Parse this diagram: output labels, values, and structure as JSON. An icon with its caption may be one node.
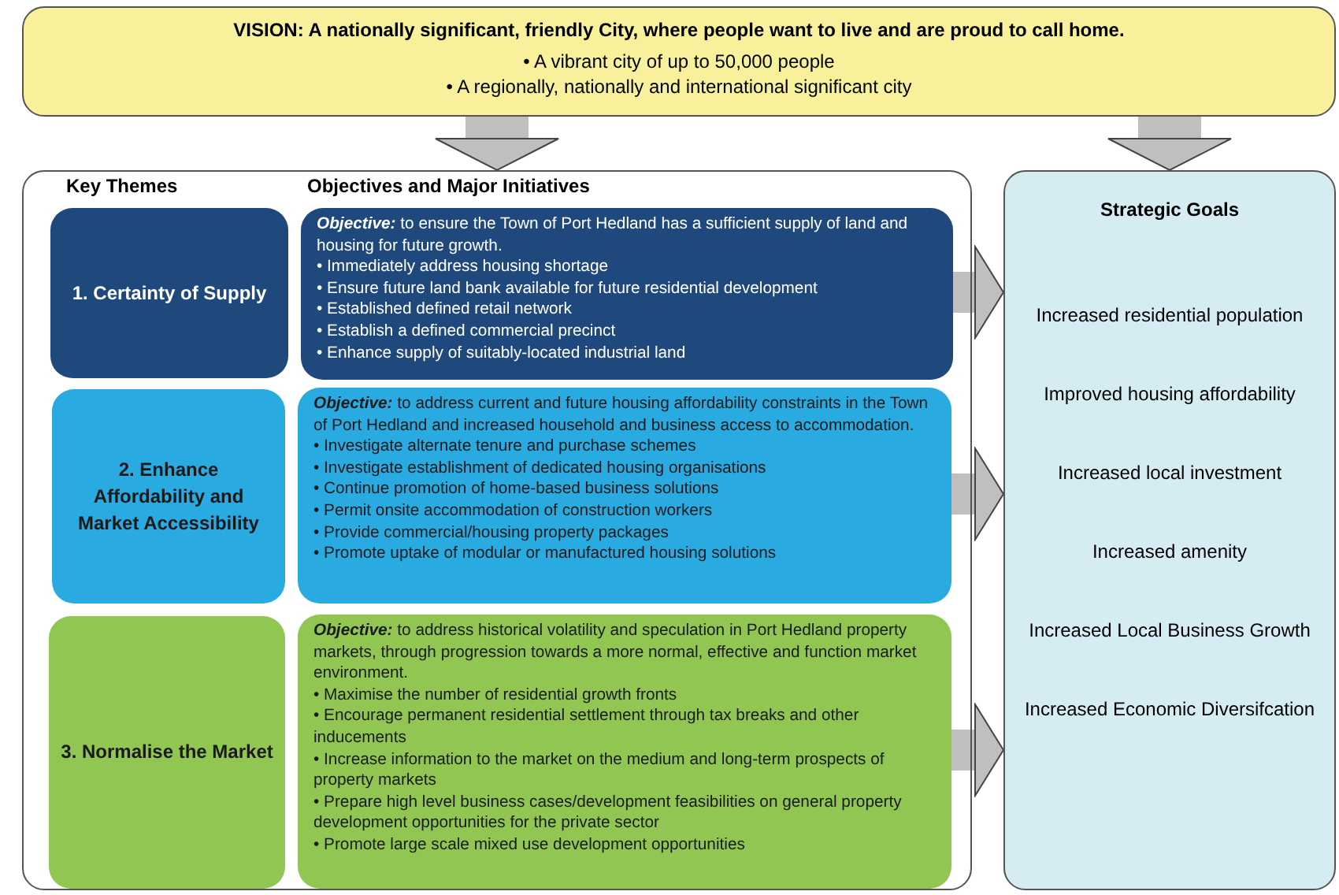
{
  "diagram": {
    "nodes": [
      {
        "text": [
          "VISION:  A nationally significant, friendly City, where people want to live and are proud to call home.",
          "• A vibrant city of up to 50,000 people",
          "• A regionally, nationally and international significant city"
        ]
      },
      {
        "text": [
          "Key Themes",
          "Objectives and Major Initiatives"
        ]
      },
      {
        "text": [
          "1. Certainty of Supply"
        ],
        "in": 1
      },
      {
        "text": [
          "**Objective:** to ensure the Town of Port Hedland has a sufficient supply of land and housing for future growth.",
          "• Immediately address housing shortage",
          "• Ensure future land bank available for future residential development",
          "• Established defined retail network",
          "• Establish a defined commercial precinct",
          "• Enhance supply of suitably-located industrial land"
        ],
        "in": 1
      },
      {
        "text": [
          "2. Enhance Affordability and Market Accessibility"
        ],
        "in": 1
      },
      {
        "text": [
          "**Objective:** to address current and future housing affordability constraints in the Town of Port Hedland and increased household and business access to accommodation.",
          "• Investigate alternate tenure and purchase schemes",
          "• Investigate establishment of dedicated housing organisations",
          "• Continue promotion of home-based business solutions",
          "• Permit onsite accommodation of construction workers",
          "• Provide commercial/housing property packages",
          "• Promote uptake of modular or manufactured housing solutions"
        ],
        "in": 1
      },
      {
        "text": [
          "3. Normalise the Market"
        ],
        "in": 1
      },
      {
        "text": [
          "**Objective:** to address historical volatility and speculation in Port Hedland property markets, through progression towards a more normal, effective and function market environment.",
          "• Maximise the number of residential growth fronts",
          "• Encourage permanent residential settlement through tax breaks and other inducements",
          "• Increase information to the market on the medium and long-term prospects of property markets",
          "• Prepare high level business cases/development feasibilities on general property development opportunities for the private sector",
          "• Promote large scale mixed use development opportunities"
        ],
        "in": 1
      },
      {
        "text": [
          "Strategic Goals",
          "Increased residential population",
          "Improved housing affordability",
          "Increased local investment",
          "Increased amenity",
          "Increased Local Business Growth",
          "Increased Economic Diversifcation"
        ]
      }
    ],
    "edges": [
      {
        "from": 0,
        "to": 1,
        "arrow": "to"
      },
      {
        "from": 0,
        "to": 8,
        "arrow": "to"
      },
      {
        "from": 3,
        "to": 8,
        "arrow": "to"
      },
      {
        "from": 5,
        "to": 8,
        "arrow": "to"
      },
      {
        "from": 7,
        "to": 8,
        "arrow": "to"
      }
    ]
  }
}
